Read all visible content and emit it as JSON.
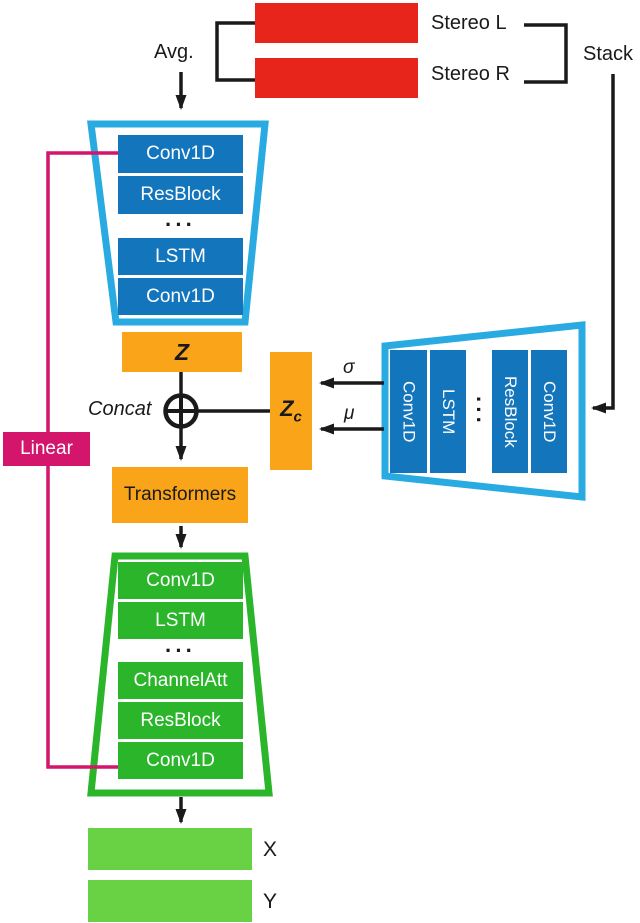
{
  "colors": {
    "red": "#e8251b",
    "cyan": "#29abe2",
    "blue": "#1376bd",
    "orange": "#faa41a",
    "pink": "#d4156c",
    "green": "#2bb52b",
    "light_green": "#69d144",
    "line_black": "#1a1a1a"
  },
  "inputs": {
    "stereo_l": "Stereo L",
    "stereo_r": "Stereo R",
    "avg": "Avg.",
    "stack": "Stack"
  },
  "encoder": {
    "layers": [
      "Conv1D",
      "ResBlock",
      "LSTM",
      "Conv1D"
    ],
    "dots": "···"
  },
  "side_encoder": {
    "layers": [
      "Conv1D",
      "LSTM",
      "ResBlock",
      "Conv1D"
    ],
    "dots": "···"
  },
  "latent": {
    "z": "Z",
    "zc_main": "Z",
    "zc_sub": "c",
    "concat": "Concat",
    "sigma": "σ",
    "mu": "μ",
    "transformers": "Transformers"
  },
  "skip": {
    "linear": "Linear"
  },
  "outputs": {
    "x": "X",
    "y": "Y"
  }
}
